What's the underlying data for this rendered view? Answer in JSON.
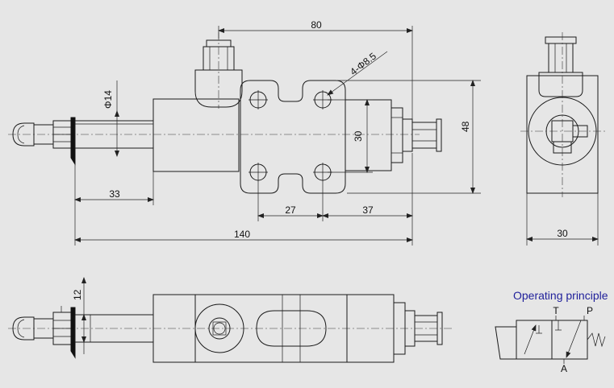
{
  "dimensions": {
    "top_width": "80",
    "hole_callout": "4-Φ8.5",
    "spool_diameter": "Φ14",
    "hole_spacing_v": "30",
    "body_height": "48",
    "lever_length": "33",
    "hole_spacing_h": "27",
    "outlet_length": "37",
    "total_length": "140",
    "side_width": "30",
    "shaft_height": "12"
  },
  "schematic": {
    "title": "Operating principle",
    "port_t": "T",
    "port_p": "P",
    "port_a": "A"
  },
  "colors": {
    "background": "#e6e6e6",
    "line": "#1a1a1a",
    "title": "#1f1f9a"
  }
}
